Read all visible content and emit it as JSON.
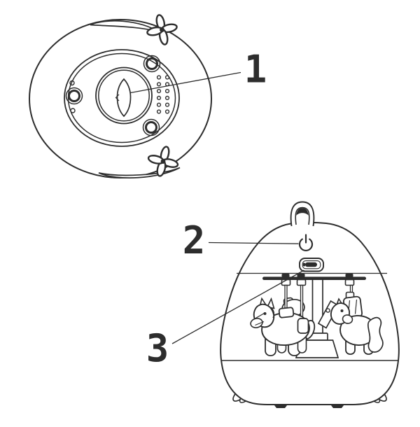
{
  "diagram": {
    "background_color": "#ffffff",
    "line_color": "#2d2d2d",
    "callouts": [
      {
        "label": "1"
      },
      {
        "label": "2"
      },
      {
        "label": "3"
      }
    ]
  }
}
